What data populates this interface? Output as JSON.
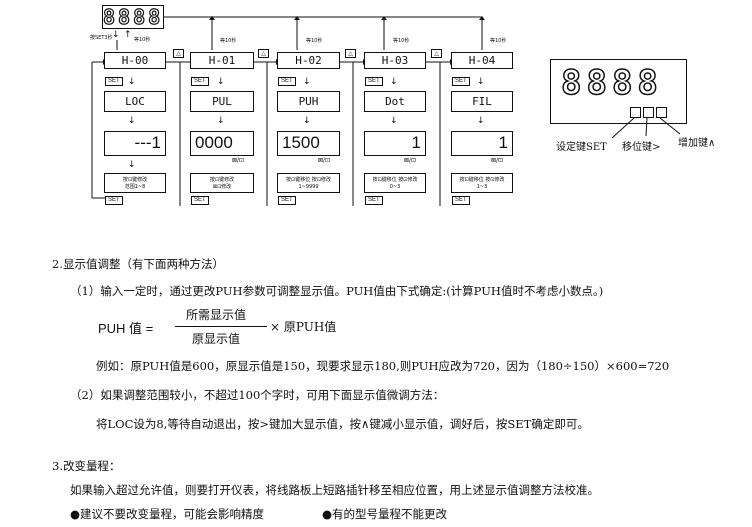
{
  "diagram": {
    "top_display": "8888",
    "press_note": "按SET3秒",
    "wait_note": "等10秒",
    "headers": [
      "H-00",
      "H-01",
      "H-02",
      "H-03",
      "H-04"
    ],
    "row2": [
      "LOC",
      "PUL",
      "PUH",
      "Dot",
      "FIL"
    ],
    "values": [
      "---1",
      "0000",
      "1500",
      "1",
      "1"
    ],
    "shift_keys": "⊠/⊡",
    "set_label": "SET",
    "tri": "△",
    "down": "↓",
    "descs": [
      [
        "按⊡键修改",
        "范围1~8"
      ],
      [
        "按⊡键修改",
        "⊠⊡修改"
      ],
      [
        "按⊡键移位 按⊡修改",
        "1~9999"
      ],
      [
        "按⊡键移位 按⊡修改",
        "0~3"
      ],
      [
        "按⊡键移位 按⊡修改",
        "1~3"
      ]
    ]
  },
  "meter": {
    "display": "8888",
    "set_key_label": "设定键SET",
    "shift_key_label": "移位键>",
    "up_key_label": "增加键∧"
  },
  "section2": {
    "title": "2.显示值调整（有下面两种方法）",
    "method1": "（1）输入一定时，通过更改PUH参数可调整显示值。PUH值由下式确定:(计算PUH值时不考虑小数点。)",
    "formula_lhs": "PUH 值 =",
    "formula_num": "所需显示值",
    "formula_den": "原显示值",
    "formula_rhs": "× 原PUH值",
    "example": "例如：原PUH值是600，原显示值是150，现要求显示180,则PUH应改为720，因为（180÷150）×600=720",
    "method2": "（2）如果调整范围较小，不超过100个字时，可用下面显示值微调方法：",
    "method2_detail": "将LOC设为8,等待自动退出，按>键加大显示值，按∧键减小显示值，调好后，按SET确定即可。"
  },
  "section3": {
    "title": "3.改变量程：",
    "text": "如果输入超过允许值，则要打开仪表，将线路板上短路插针移至相应位置，用上述显示值调整方法校准。",
    "bullet1": "●建议不要改变量程，可能会影响精度",
    "bullet2": "●有的型号量程不能更改"
  }
}
